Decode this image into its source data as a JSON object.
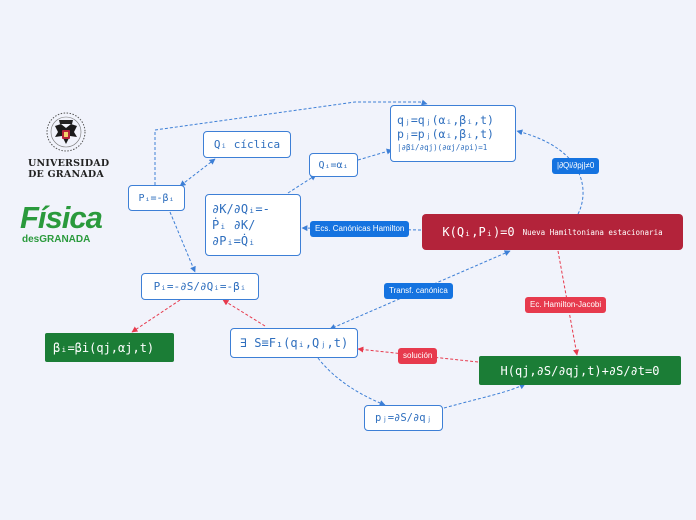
{
  "nodes": {
    "k_box": {
      "main": "K(Qᵢ,Pᵢ)=0",
      "sub": "Nueva Hamiltoniana estacionaria"
    },
    "q_box": {
      "line1": "qⱼ=qⱼ(αᵢ,βᵢ,t)",
      "line2": "pⱼ=pⱼ(αᵢ,βᵢ,t)",
      "line3": "|∂βi/∂qj)(∂αj/∂pi)=1"
    },
    "qi_alpha": "Qᵢ=αᵢ",
    "qi_ciclica": "Qᵢ cíclica",
    "pi_beta": "Pᵢ=-βᵢ",
    "canonical_eq": {
      "line1": "∂K/∂Qᵢ=-",
      "line2": "Ṗᵢ ∂K/",
      "line3": "∂Pᵢ=Q̇ᵢ"
    },
    "pi_ds": "Pᵢ=-∂S/∂Qᵢ=-βᵢ",
    "beta_box": "βᵢ=βi(qj,αj,t)",
    "exists_s": "∃ S≡F₁(qᵢ,Qⱼ,t)",
    "hj_box": "H(qj,∂S/∂qj,t)+∂S/∂t=0",
    "pj_box": "pⱼ=∂S/∂qⱼ"
  },
  "labels": {
    "det": "|∂Qi/∂pj|≠0",
    "ecs": "Ecs. Canónicas Hamilton",
    "transf": "Transf. canónica",
    "ech": "Ec. Hamilton-Jacobi",
    "solucion": "solución"
  },
  "logos": {
    "university": [
      "UNIVERSIDAD",
      "DE GRANADA"
    ],
    "fisica": "Física",
    "desgranada": "desGRANADA"
  },
  "colors": {
    "background": "#f1f3fb",
    "blue": "#3d7fd6",
    "label_blue": "#1573e0",
    "dark_red": "#b3233a",
    "label_red": "#e73a4d",
    "green": "#1b7d36"
  }
}
